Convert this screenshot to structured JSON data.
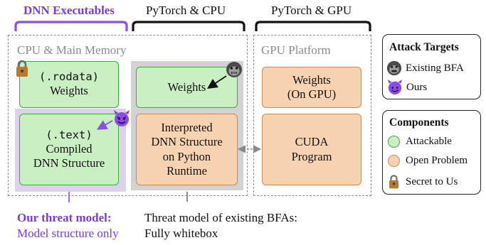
{
  "headers": {
    "dnn_executables": "DNN Executables",
    "pytorch_cpu": "PyTorch & CPU",
    "pytorch_gpu": "PyTorch & GPU"
  },
  "regions": {
    "cpu_title": "CPU & Main Memory",
    "gpu_title": "GPU Platform"
  },
  "boxes": {
    "rodata_line1": "(.rodata)",
    "rodata_line2": "Weights",
    "text_line1": "(.text)",
    "text_line2": "Compiled",
    "text_line3": "DNN Structure",
    "weights_cpu": "Weights",
    "interp_line1": "Interpreted",
    "interp_line2": "DNN Structure",
    "interp_line3": "on Python",
    "interp_line4": "Runtime",
    "weights_gpu_line1": "Weights",
    "weights_gpu_line2": "(On GPU)",
    "cuda_line1": "CUDA",
    "cuda_line2": "Program"
  },
  "legend_attack": {
    "title": "Attack Targets",
    "existing": "Existing BFA",
    "ours": "Ours"
  },
  "legend_components": {
    "title": "Components",
    "attackable": "Attackable",
    "open_problem": "Open Problem",
    "secret": "Secret to Us"
  },
  "bottom": {
    "ours_line1": "Our threat model:",
    "ours_line2": "Model structure only",
    "existing_line1": "Threat model of existing BFAs:",
    "existing_line2": "Fully whitebox"
  },
  "colors": {
    "attackable_fill": "#c9efc2",
    "attackable_border": "#3cae3a",
    "open_fill": "#f7d3b2",
    "open_border": "#cc8a55",
    "ours_purple": "#7a3be0",
    "dnn_shade": "#ddd1ee",
    "pytorch_shade": "#d2d2d2"
  },
  "icons": [
    "lock-icon",
    "devil-icon",
    "gorilla-icon"
  ]
}
